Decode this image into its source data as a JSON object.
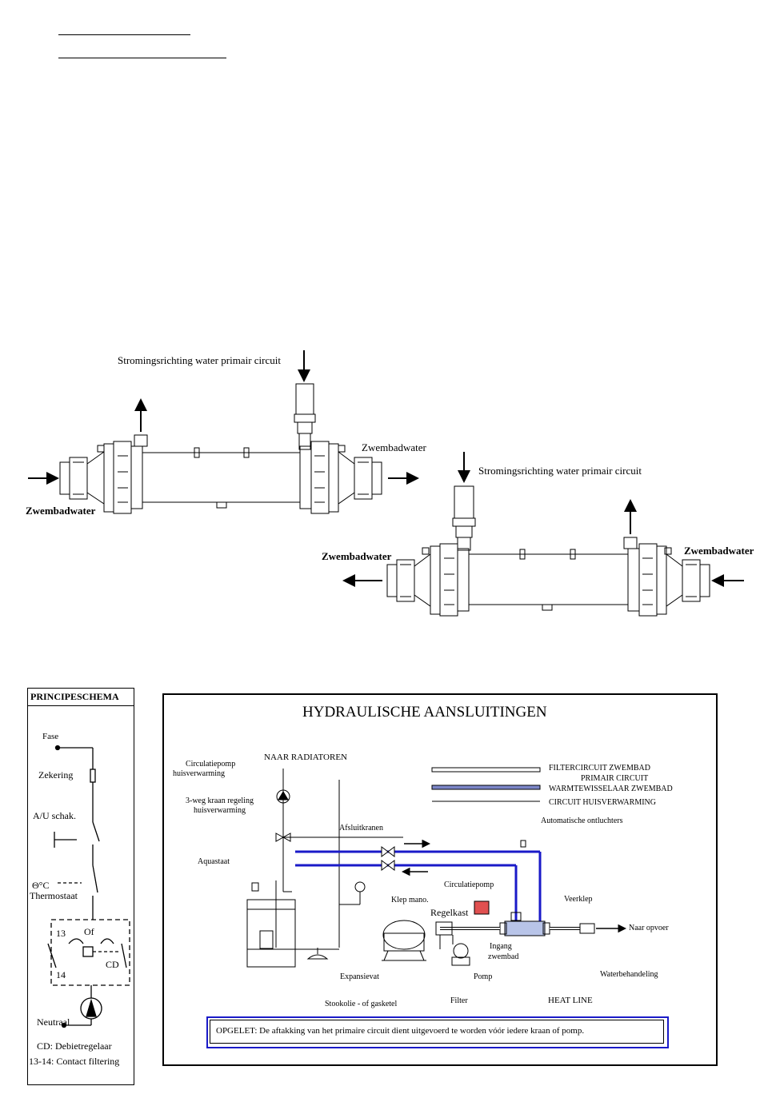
{
  "top_exchanger": {
    "label_primary_flow": "Stromingsrichting water primair circuit",
    "label_pool_in": "Zwembadwater",
    "label_pool_out": "Zwembadwater"
  },
  "bottom_exchanger": {
    "label_primary_flow": "Stromingsrichting water primair circuit",
    "label_pool_in": "Zwembadwater",
    "label_pool_out": "Zwembadwater"
  },
  "principle": {
    "title": "PRINCIPESCHEMA",
    "fase": "Fase",
    "zekering": "Zekering",
    "switch": "A/U schak.",
    "theta": "Θ°C",
    "thermostat": "Thermostaat",
    "c13": "13",
    "of": "Of",
    "cd": "CD",
    "c14": "14",
    "neutral": "Neutraal",
    "legend1": "CD: Debietregelaar",
    "legend2": "13-14: Contact filtering"
  },
  "hydraulic": {
    "title": "HYDRAULISCHE AANSLUITINGEN",
    "naar_radiatoren": "NAAR RADIATOREN",
    "circ_pump_house_1": "Circulatiepomp",
    "circ_pump_house_2": "huisverwarming",
    "three_way_1": "3-weg kraan regeling",
    "three_way_2": "huisverwarming",
    "aquastaat": "Aquastaat",
    "afsluitkranen": "Afsluitkranen",
    "klep_mano": "Klep mano.",
    "expansievat": "Expansievat",
    "stookolie": "Stookolie - of gasketel",
    "legend_filter": "FILTERCIRCUIT ZWEMBAD",
    "legend_primary_1": "PRIMAIR CIRCUIT",
    "legend_primary_2": "WARMTEWISSELAAR ZWEMBAD",
    "legend_house": "CIRCUIT HUISVERWARMING",
    "auto_vent": "Automatische ontluchters",
    "circ_pump": "Circulatiepomp",
    "veerklep": "Veerklep",
    "regelkast": "Regelkast",
    "naar_opvoer": "Naar opvoer",
    "ingang_1": "Ingang",
    "ingang_2": "zwembad",
    "pomp": "Pomp",
    "filter": "Filter",
    "heat_line": "HEAT LINE",
    "waterbehandeling": "Waterbehandeling",
    "warning": "OPGELET: De aftakking van het primaire circuit dient uitgevoerd te worden vóór iedere kraan of pomp."
  }
}
